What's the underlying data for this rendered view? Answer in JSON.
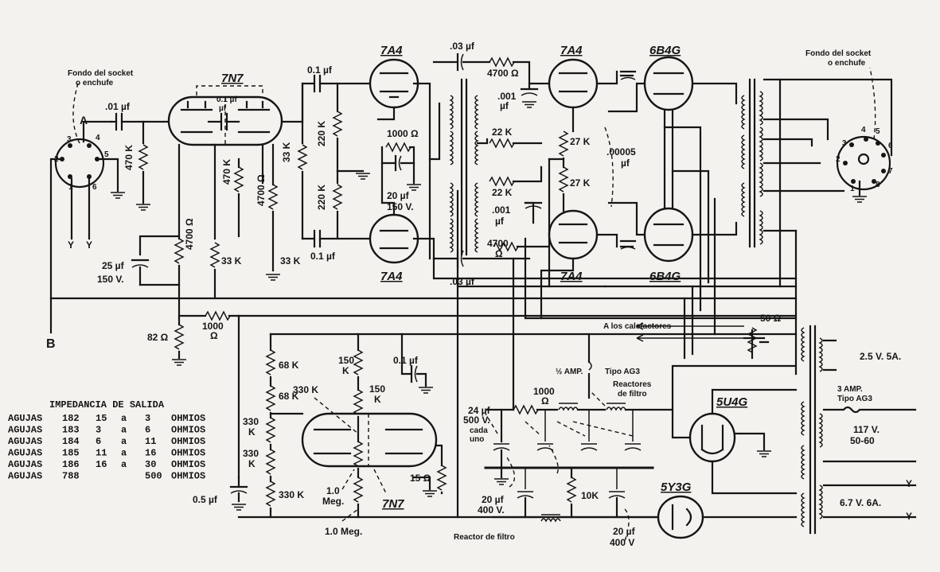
{
  "tubes": {
    "v1_top": "7N7",
    "v1_bottom": "7N7",
    "v2_top": "7A4",
    "v2_bottom": "7A4",
    "v3_top": "7A4",
    "v3_bottom": "7A4",
    "v4_top": "6B4G",
    "v4_bottom": "6B4G",
    "rect_a": "5U4G",
    "rect_b": "5Y3G"
  },
  "labels": {
    "socket_left": [
      "Fondo del socket",
      "o enchufe"
    ],
    "socket_right": [
      "Fondo del socket",
      "o enchufe"
    ],
    "node_a": "A",
    "node_b": "B",
    "y1": "Y",
    "y2": "Y",
    "y3": "Y",
    "y4": "Y",
    "pins_left": [
      "2",
      "3",
      "4",
      "5",
      "1",
      "6"
    ],
    "pins_right": [
      "3",
      "4",
      "5",
      "6",
      "2",
      "7",
      "1",
      "8"
    ],
    "heaters": "A los calefactores",
    "filter_reactors": [
      "Reactores",
      "de filtro"
    ],
    "filter_reactor": "Reactor de filtro",
    "each": [
      "cada",
      "uno"
    ],
    "fuse_half": "½ AMP.",
    "fuse_half_type": "Tipo AG3",
    "fuse_3": [
      "3 AMP.",
      "Tipo AG3"
    ],
    "line_v": [
      "117 V.",
      "50-60"
    ],
    "heater_25": "2.5 V. 5A.",
    "heater_67": "6.7 V. 6A."
  },
  "components": {
    "c_01a": ".01 µf",
    "c_01b": "0.1 µf",
    "c_01b2": "µf",
    "c_01c": "0.1 µf",
    "c_01d": "0.1 µf",
    "c_03a": ".03 µf",
    "c_03b": ".03 µf",
    "c_001a": ".001",
    "c_001a2": "µf",
    "c_001b": ".001",
    "c_001b2": "µf",
    "c_00005": ".00005",
    "c_00005u": "µf",
    "c_20a": "20 µf",
    "c_20a2": "150 V.",
    "c_25": "25 µf",
    "c_25b": "150 V.",
    "c_24": "24 µf",
    "c_24b": "500 V.",
    "c_20b": "20 µf",
    "c_20b2": "400 V.",
    "c_20c": "20 µf",
    "c_20c2": "400 V",
    "c_05": "0.5 µf",
    "c_01e": "0.1 µf",
    "r_470a": "470 K",
    "r_470b": "470 K",
    "r_4700a": "4700 Ω",
    "r_4700b": "4700 Ω",
    "r_4700c": "4700 Ω",
    "r_4700d": "4700",
    "r_4700d2": "Ω",
    "r_33a": "33 K",
    "r_33b": "33 K",
    "r_33c": "33 K",
    "r_220a": "220 K",
    "r_220b": "220 K",
    "r_1000a": "1000 Ω",
    "r_1000b": "1000",
    "r_1000b2": "Ω",
    "r_1000c": "1000",
    "r_1000c2": "Ω",
    "r_22a": "22 K",
    "r_22b": "22 K",
    "r_27a": "27 K",
    "r_27b": "27 K",
    "r_82": "82 Ω",
    "r_50": "50 Ω",
    "r_68a": "68 K",
    "r_68b": "68 K",
    "r_150a": "150",
    "r_150a2": "K",
    "r_150b": "150",
    "r_150b2": "K",
    "r_330a": "330 K",
    "r_330b": "330",
    "r_330b2": "K",
    "r_330c": "330",
    "r_330c2": "K",
    "r_330d": "330 K",
    "r_15": "15 Ω",
    "r_10k": "10K",
    "r_1meg_a": "1.0",
    "r_1meg_a2": "Meg.",
    "r_1meg_b": "1.0 Meg."
  },
  "impedance_table": {
    "title": "IMPEDANCIA DE SALIDA",
    "rows": [
      [
        "AGUJAS",
        "182",
        "15",
        "a",
        "3",
        "OHMIOS"
      ],
      [
        "AGUJAS",
        "183",
        "3",
        "a",
        "6",
        "OHMIOS"
      ],
      [
        "AGUJAS",
        "184",
        "6",
        "a",
        "11",
        "OHMIOS"
      ],
      [
        "AGUJAS",
        "185",
        "11",
        "a",
        "16",
        "OHMIOS"
      ],
      [
        "AGUJAS",
        "186",
        "16",
        "a",
        "30",
        "OHMIOS"
      ],
      [
        "AGUJAS",
        "788",
        "",
        "",
        "500",
        "OHMIOS"
      ]
    ]
  }
}
